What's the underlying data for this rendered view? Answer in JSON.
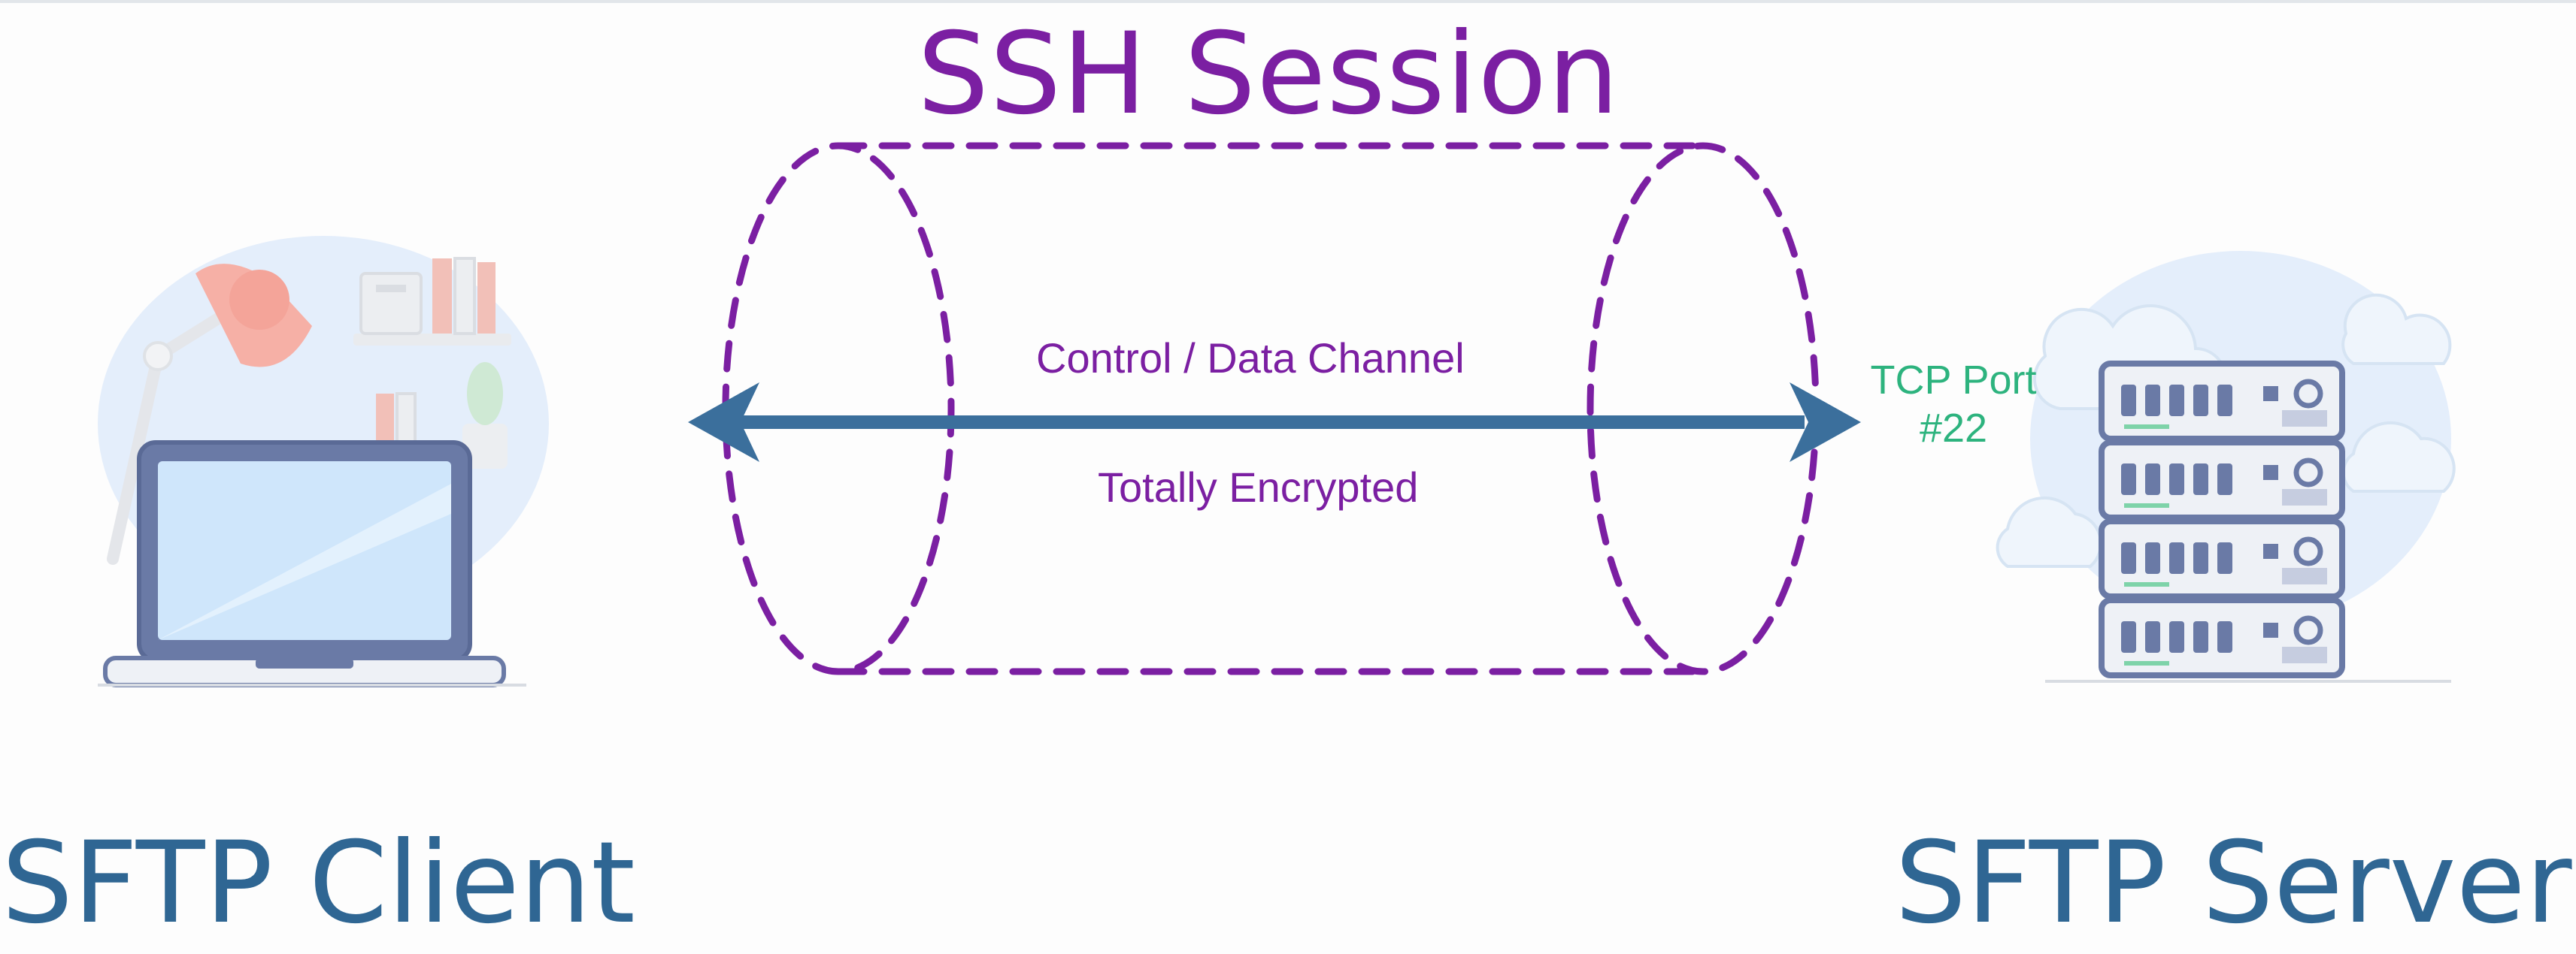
{
  "title": "SSH Session",
  "channel": {
    "top_label": "Control / Data Channel",
    "bottom_label": "Totally Encrypted"
  },
  "port": {
    "line1": "TCP Port",
    "line2": "#22"
  },
  "client": {
    "label": "SFTP Client",
    "icon": "laptop-desk-illustration"
  },
  "server": {
    "label": "SFTP Server",
    "icon": "server-rack-illustration"
  },
  "colors": {
    "session": "#7b1fa2",
    "arrow": "#3b6f9c",
    "port": "#2db37e",
    "labels": "#2f6693",
    "illustration_bg": "#e4eefb"
  }
}
